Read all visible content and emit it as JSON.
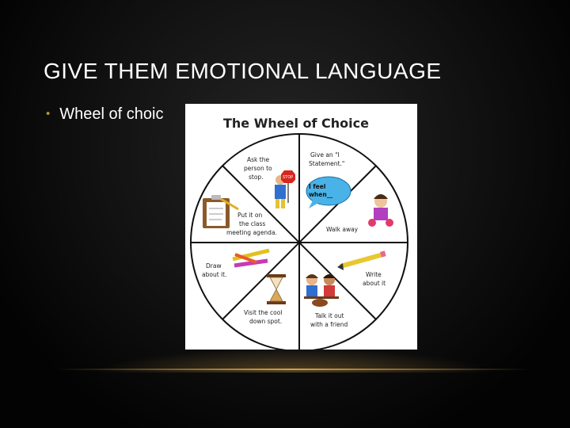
{
  "slide": {
    "title": "GIVE THEM EMOTIONAL LANGUAGE",
    "bullet": "Wheel of choic"
  },
  "wheel": {
    "heading": "The Wheel of Choice",
    "sections": {
      "ask": [
        "Ask the",
        "person to",
        "stop."
      ],
      "stop_sign": "STOP",
      "statement": [
        "Give an \"I",
        "Statement.\""
      ],
      "bubble": [
        "I feel",
        "when__"
      ],
      "agenda": [
        "Put it on",
        "the class",
        "meeting agenda."
      ],
      "walk": "Walk away",
      "draw": [
        "Draw",
        "about it."
      ],
      "write": [
        "Write",
        "about it"
      ],
      "cool": [
        "Visit the cool",
        "down spot."
      ],
      "talk": [
        "Talk it out",
        "with a friend"
      ]
    }
  },
  "colors": {
    "background": "#000000",
    "accent_line": "#d4a24a",
    "bullet": "#b8903a"
  }
}
